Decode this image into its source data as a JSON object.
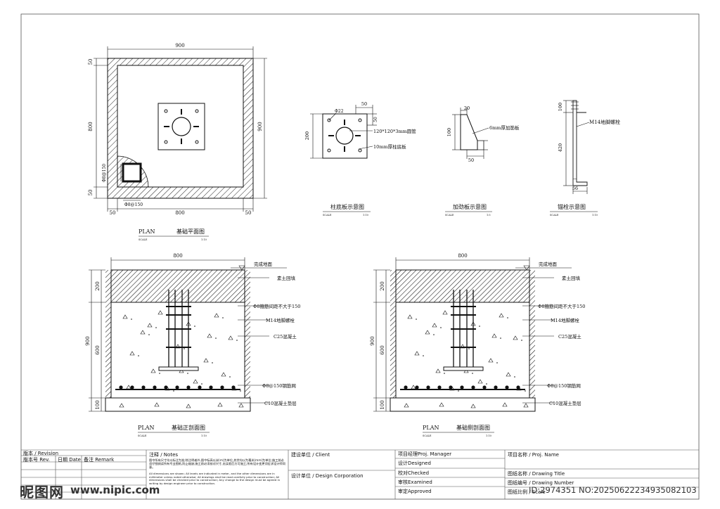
{
  "plan": {
    "title_en": "PLAN",
    "title_cn": "基础平面图",
    "scale_label": "SCALE",
    "scale": "1:10",
    "dims": {
      "top": "900",
      "bottom": "800",
      "bottom_left": "50",
      "bottom_right": "50",
      "left_top": "50",
      "left_mid": "800",
      "left_bot": "50",
      "right": "900",
      "rebar_v": "Φ8@150",
      "rebar_h": "Φ8@150"
    }
  },
  "base_plate": {
    "title": "柱底板示意图",
    "scale_label": "SCALE",
    "scale": "1:10",
    "dims": {
      "hole": "Φ22",
      "top": "50",
      "right": "50",
      "left": "200"
    },
    "labels": {
      "tube": "120*120*3mm圆管",
      "plate": "10mm厚柱底板"
    }
  },
  "stiffener": {
    "title": "加劲板示意图",
    "scale_label": "SCALE",
    "scale": "1:5",
    "dims": {
      "top": "20",
      "left": "100",
      "bottom": "50"
    },
    "labels": {
      "thickness": "6mm厚加筋板"
    }
  },
  "anchor": {
    "title": "锚栓示意图",
    "scale_label": "SCALE",
    "scale": "1:10",
    "dims": {
      "top": "100",
      "mid": "420",
      "bottom": "56"
    },
    "labels": {
      "bolt": "M14地脚螺栓"
    }
  },
  "section_front": {
    "title_en": "PLAN",
    "title_cn": "基础正剖面图",
    "scale_label": "SCALE",
    "scale": "1:10",
    "dims": {
      "width": "800",
      "total": "900",
      "top": "200",
      "mid": "600",
      "bot": "100"
    },
    "labels": {
      "ground": "完成地面",
      "backfill": "素土回填",
      "stirrup": "Φ8箍筋间距不大于150",
      "bolt": "M14地脚螺栓",
      "concrete": "C25混凝土",
      "mesh": "Φ8@150钢筋网",
      "cushion": "C10混凝土垫层"
    }
  },
  "section_side": {
    "title_en": "PLAN",
    "title_cn": "基础侧剖面图",
    "scale_label": "SCALE",
    "scale": "1:10",
    "dims": {
      "width": "800",
      "total": "900",
      "top": "200",
      "mid": "600",
      "bot": "100"
    },
    "labels": {
      "ground": "完成地面",
      "backfill": "素土回填",
      "stirrup": "Φ8箍筋间距不大于150",
      "bolt": "M14地脚螺栓",
      "concrete": "C25混凝土",
      "mesh": "Φ8@150钢筋网",
      "cushion": "C10混凝土垫层"
    }
  },
  "title_block": {
    "revision": "版本 / Revision",
    "rev_no": "版本号 Rev.",
    "date": "日期 Date",
    "remark": "备注 Remark",
    "notes_title": "注释 / Notes",
    "notes_cn": "图中所有尺寸均以标注为准;除注明者外,图中标高以米(m)为单位,其余均以为毫米(mm)为单位;施工前必须仔细阅读所有专业图纸,防止碰缺;施工前必须核对尺寸,无误差后方可施工;所有设计变更须征求设计师同意。",
    "notes_en": "All dimensions are shown; All levels are indicated in meter, and the other dimensions are in millimeter unless noted otherwise; All drawings shall be read carefully prior to construction; All dimensions shall be checked prior to construction; Any change to the design must be agreed in writing by design engineer prior to construction.",
    "client": "建设单位 / Client",
    "design_corp": "设计单位 / Design Corporation",
    "pm": "项目经理Proj. Manager",
    "designed": "设计Designed",
    "checked": "校对Checked",
    "examined": "审核Examined",
    "approved": "审定Approved",
    "proj_name": "项目名称 / Proj. Name",
    "drawing_title": "图纸名称 / Drawing Title",
    "drawing_number": "图纸编号 / Drawing Number",
    "drawing_scale": "图纸比例 / Scale"
  },
  "watermark": {
    "logo": "昵图网",
    "site": "www.nipic.com",
    "id": "ID:2974351 NO:20250622234935082103"
  }
}
